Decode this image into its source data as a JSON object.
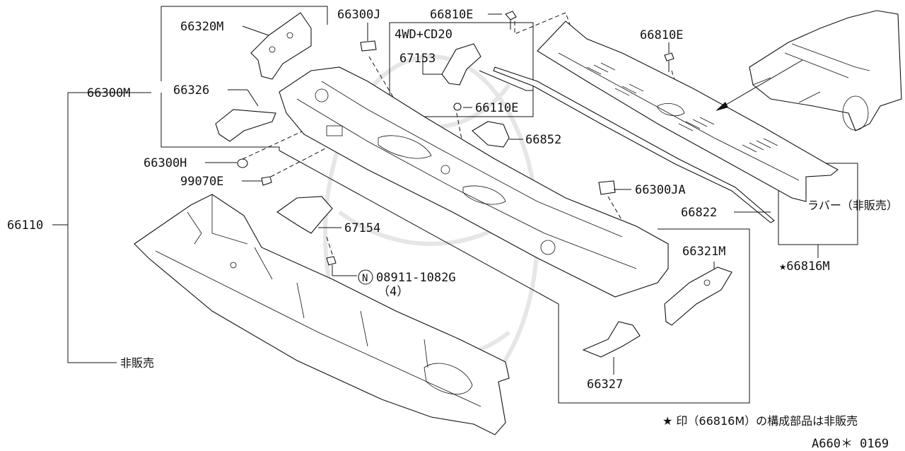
{
  "labels": {
    "p66320M": "66320M",
    "p66300J": "66300J",
    "p66810E_top": "66810E",
    "variant_box": "4WD+CD20",
    "p67153": "67153",
    "p66110E": "66110E",
    "p66810E_right": "66810E",
    "p66300M": "66300M",
    "p66326": "66326",
    "p66852": "66852",
    "p66300H": "66300H",
    "p99070E": "99070E",
    "p66300JA": "66300JA",
    "p66822": "66822",
    "p66110": "66110",
    "p67154": "67154",
    "rubber_not_sold": "ラバー（非販売）",
    "p66816M": "★66816M",
    "p66321M": "66321M",
    "nut_symbol": "N",
    "p08911": "08911-1082G",
    "qty_4": "（4）",
    "not_sold": "非販売",
    "p66327": "66327",
    "footnote": "★ 印（66816M）の構成部品は非販売",
    "diagram_code": "A660＊ 0169"
  }
}
